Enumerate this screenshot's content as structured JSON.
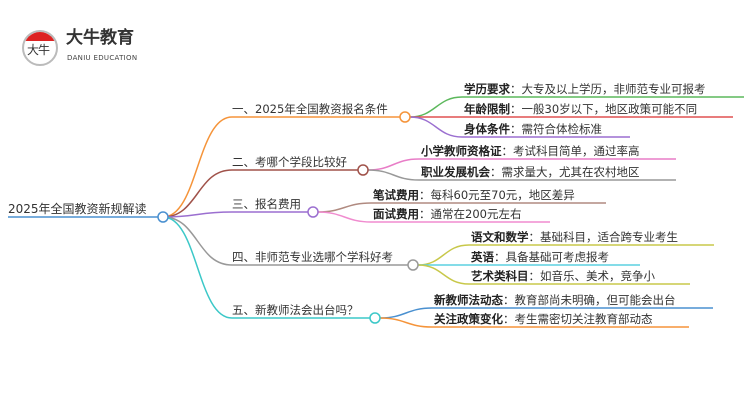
{
  "logo": {
    "glyph": "大牛",
    "name": "大牛教育",
    "en": "DANIU EDUCATION"
  },
  "root": "2025年全国教资新规解读",
  "branches": [
    {
      "label": "一、2025年全国教资报名条件",
      "color": "#f5943a",
      "leaves": [
        {
          "k": "学历要求",
          "v": "：大专及以上学历，非师范专业可报考",
          "color": "#5cb85c"
        },
        {
          "k": "年龄限制",
          "v": "：一般30岁以下，地区政策可能不同",
          "color": "#e05050"
        },
        {
          "k": "身体条件",
          "v": "：需符合体检标准",
          "color": "#9b6fd0"
        }
      ]
    },
    {
      "label": "二、考哪个学段比较好",
      "color": "#a0524a",
      "leaves": [
        {
          "k": "小学教师资格证",
          "v": "：考试科目简单，通过率高",
          "color": "#e87dc7"
        },
        {
          "k": "职业发展机会",
          "v": "：需求量大，尤其在农村地区",
          "color": "#999999"
        }
      ]
    },
    {
      "label": "三、报名费用",
      "color": "#9b6fd0",
      "leaves": [
        {
          "k": "笔试费用",
          "v": "：每科60元至70元，地区差异",
          "color": "#b08a80"
        },
        {
          "k": "面试费用",
          "v": "：通常在200元左右",
          "color": "#f08ccf"
        }
      ]
    },
    {
      "label": "四、非师范专业选哪个学科好考",
      "color": "#999999",
      "leaves": [
        {
          "k": "语文和数学",
          "v": "：基础科目，适合跨专业考生",
          "color": "#c8c84a"
        },
        {
          "k": "英语",
          "v": "：具备基础可考虑报考",
          "color": "#5bd0e0"
        },
        {
          "k": "艺术类科目",
          "v": "：如音乐、美术，竞争小",
          "color": "#c8c84a"
        }
      ]
    },
    {
      "label": "五、新教师法会出台吗？",
      "color": "#3cc8c8",
      "leaves": [
        {
          "k": "新教师法动态",
          "v": "：教育部尚未明确，但可能会出台",
          "color": "#4a90d0"
        },
        {
          "k": "关注政策变化",
          "v": "：考生需密切关注教育部动态",
          "color": "#f5943a"
        }
      ]
    }
  ]
}
